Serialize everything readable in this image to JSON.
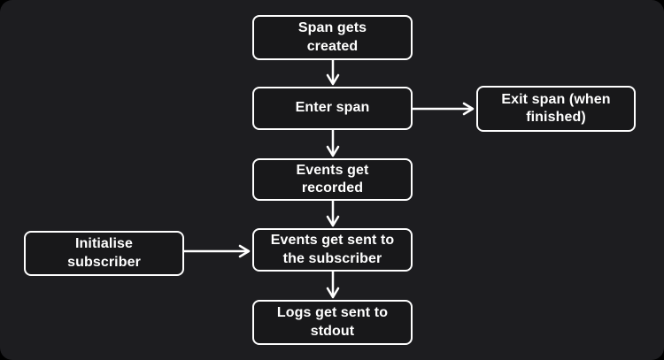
{
  "diagram": {
    "type": "flowchart",
    "colors": {
      "page_background": "#000000",
      "canvas_background": "#1d1d20",
      "node_fill": "#18181a",
      "node_border": "#ffffff",
      "text": "#ffffff",
      "arrow": "#ffffff"
    },
    "nodes": [
      {
        "id": "span-created",
        "label": "Span gets created",
        "lines": [
          "Span gets",
          "created"
        ]
      },
      {
        "id": "enter-span",
        "label": "Enter span",
        "lines": [
          "Enter span"
        ]
      },
      {
        "id": "exit-span",
        "label": "Exit span (when finished)",
        "lines": [
          "Exit span (when",
          "finished)"
        ]
      },
      {
        "id": "events-recorded",
        "label": "Events get recorded",
        "lines": [
          "Events get",
          "recorded"
        ]
      },
      {
        "id": "events-sent",
        "label": "Events get sent to the subscriber",
        "lines": [
          "Events get sent to",
          "the subscriber"
        ]
      },
      {
        "id": "initialise-subscriber",
        "label": "Initialise subscriber",
        "lines": [
          "Initialise",
          "subscriber"
        ]
      },
      {
        "id": "logs-stdout",
        "label": "Logs get sent to stdout",
        "lines": [
          "Logs get sent to",
          "stdout"
        ]
      }
    ],
    "edges": [
      {
        "from": "span-created",
        "to": "enter-span"
      },
      {
        "from": "enter-span",
        "to": "exit-span"
      },
      {
        "from": "enter-span",
        "to": "events-recorded"
      },
      {
        "from": "events-recorded",
        "to": "events-sent"
      },
      {
        "from": "initialise-subscriber",
        "to": "events-sent"
      },
      {
        "from": "events-sent",
        "to": "logs-stdout"
      }
    ]
  }
}
